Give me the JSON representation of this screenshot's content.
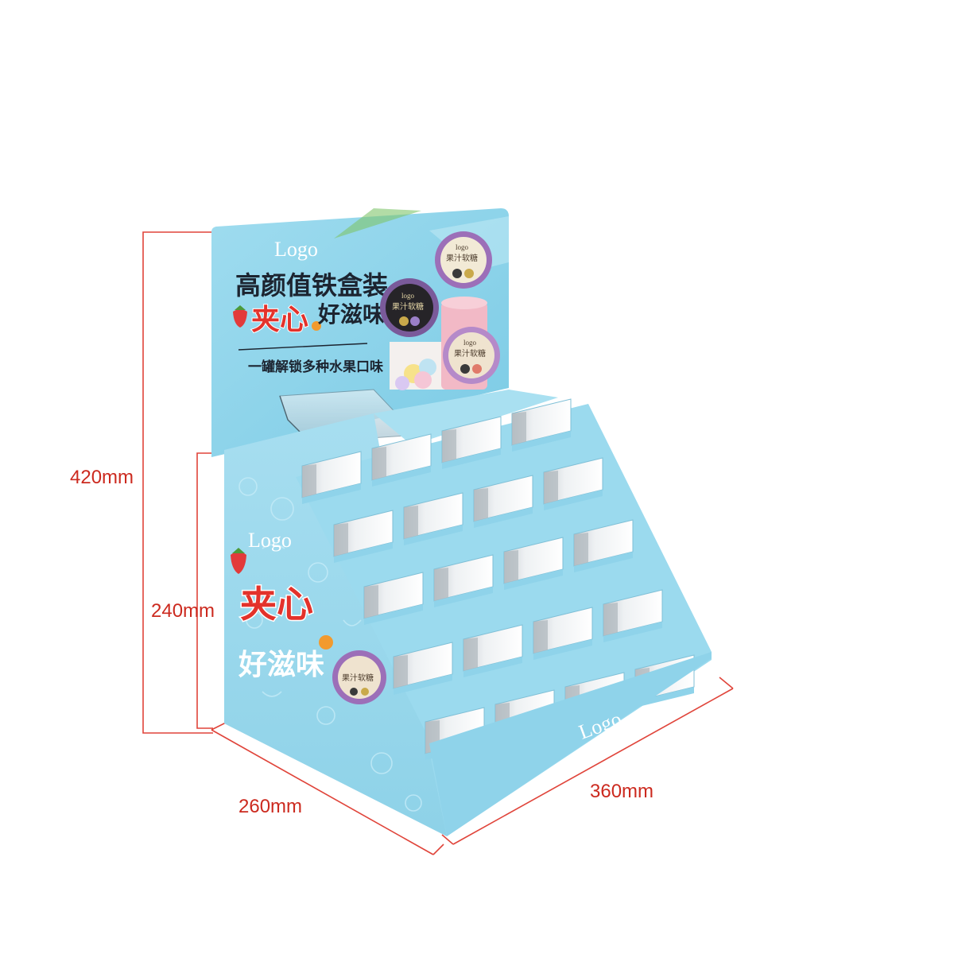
{
  "dimensions": {
    "height_total": "420mm",
    "height_base": "240mm",
    "depth": "260mm",
    "width": "360mm"
  },
  "header": {
    "logo": "Logo",
    "headline": "高颜值铁盒装",
    "highlight": "夹心",
    "tagline": "好滋味",
    "subline": "一罐解锁多种水果口味"
  },
  "side_panel": {
    "logo": "Logo",
    "highlight": "夹心",
    "tagline": "好滋味"
  },
  "front": {
    "logo": "Logo"
  },
  "tins": {
    "tin_logo": "logo",
    "tin_label": "果汁软糖"
  },
  "colors": {
    "panel_blue": "#8fd3ea",
    "dimension_red": "#e0443a",
    "highlight_red": "#e3322b"
  },
  "compartments": {
    "rows": 5,
    "columns": 4
  }
}
